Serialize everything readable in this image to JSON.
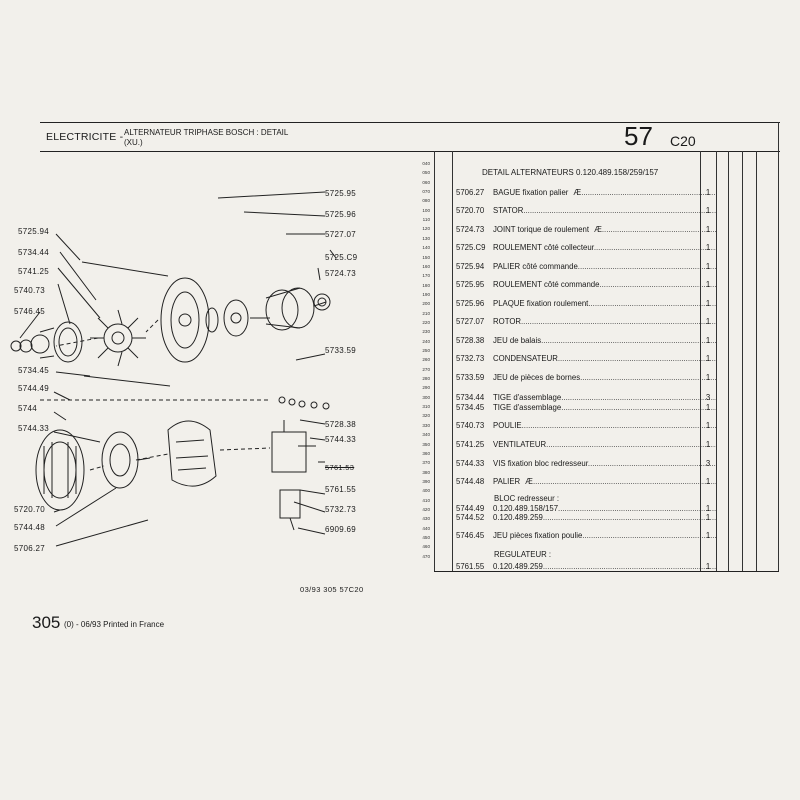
{
  "header": {
    "section": "ELECTRICITE -",
    "title_line1": "ALTERNATEUR TRIPHASE BOSCH : DETAIL",
    "title_line2": "(XU.)",
    "page_number": "57",
    "page_code": "C20"
  },
  "table": {
    "heading": "DETAIL ALTERNATEURS 0.120.489.158/259/157",
    "line_numbers": [
      "040",
      "050",
      "060",
      "070",
      "080",
      "100",
      "110",
      "120",
      "130",
      "140",
      "150",
      "160",
      "170",
      "180",
      "190",
      "200",
      "210",
      "220",
      "230",
      "240",
      "250",
      "260",
      "270",
      "280",
      "290",
      "300",
      "310",
      "320",
      "330",
      "340",
      "350",
      "360",
      "370",
      "380",
      "390",
      "400",
      "410",
      "420",
      "430",
      "440",
      "450",
      "460",
      "470"
    ],
    "rows": [
      {
        "ref": "5706.27",
        "desc": "BAGUE fixation palier",
        "mark": "Æ",
        "qty": "1"
      },
      {
        "ref": "5720.70",
        "desc": "STATOR",
        "mark": "",
        "qty": "1"
      },
      {
        "ref": "5724.73",
        "desc": "JOINT torique de roulement",
        "mark": "Æ",
        "qty": "1"
      },
      {
        "ref": "5725.C9",
        "desc": "ROULEMENT côté collecteur",
        "mark": "",
        "qty": "1"
      },
      {
        "ref": "5725.94",
        "desc": "PALIER côté commande",
        "mark": "",
        "qty": "1"
      },
      {
        "ref": "5725.95",
        "desc": "ROULEMENT côté commande",
        "mark": "",
        "qty": "1"
      },
      {
        "ref": "5725.96",
        "desc": "PLAQUE fixation roulement",
        "mark": "",
        "qty": "1"
      },
      {
        "ref": "5727.07",
        "desc": "ROTOR",
        "mark": "",
        "qty": "1"
      },
      {
        "ref": "5728.38",
        "desc": "JEU de balais",
        "mark": "",
        "qty": "1"
      },
      {
        "ref": "5732.73",
        "desc": "CONDENSATEUR",
        "mark": "",
        "qty": "1"
      },
      {
        "ref": "5733.59",
        "desc": "JEU de pièces de bornes",
        "mark": "",
        "qty": "1"
      },
      {
        "ref": "5734.44",
        "desc": "TIGE d'assemblage",
        "mark": "",
        "qty": "3"
      },
      {
        "ref": "5734.45",
        "desc": "TIGE d'assemblage",
        "mark": "",
        "qty": "1"
      },
      {
        "ref": "5740.73",
        "desc": "POULIE",
        "mark": "",
        "qty": "1"
      },
      {
        "ref": "5741.25",
        "desc": "VENTILATEUR",
        "mark": "",
        "qty": "1"
      },
      {
        "ref": "5744.33",
        "desc": "VIS fixation bloc redresseur",
        "mark": "",
        "qty": "3"
      },
      {
        "ref": "5744.48",
        "desc": "PALIER",
        "mark": "Æ",
        "qty": "1"
      },
      {
        "ref": "",
        "desc": "BLOC redresseur :",
        "mark": "",
        "qty": ""
      },
      {
        "ref": "5744.49",
        "desc": "0.120.489.158/157",
        "mark": "",
        "qty": "1"
      },
      {
        "ref": "5744.52",
        "desc": "0.120.489.259",
        "mark": "",
        "qty": "1"
      },
      {
        "ref": "5746.45",
        "desc": "JEU pièces fixation poulie",
        "mark": "",
        "qty": "1"
      },
      {
        "ref": "",
        "desc": "REGULATEUR :",
        "mark": "",
        "qty": ""
      },
      {
        "ref": "5761.55",
        "desc": "0.120.489.259",
        "mark": "",
        "qty": "1"
      }
    ]
  },
  "diagram_labels": {
    "right": [
      "5725.95",
      "5725.96",
      "5727.07",
      "5725.C9",
      "5724.73",
      "5733.59",
      "5728.38",
      "5744.33",
      "5761.53",
      "5761.55",
      "5732.73",
      "6909.69"
    ],
    "left": [
      "5725.94",
      "5734.44",
      "5741.25",
      "5740.73",
      "5746.45",
      "5734.45",
      "5744.49",
      "5744",
      "5744.33",
      "5720.70",
      "5744.48",
      "5706.27"
    ]
  },
  "footer": {
    "code": "03/93  305  57C20",
    "page": "305",
    "page_sub": "(0) - 06/93 Printed in France"
  }
}
